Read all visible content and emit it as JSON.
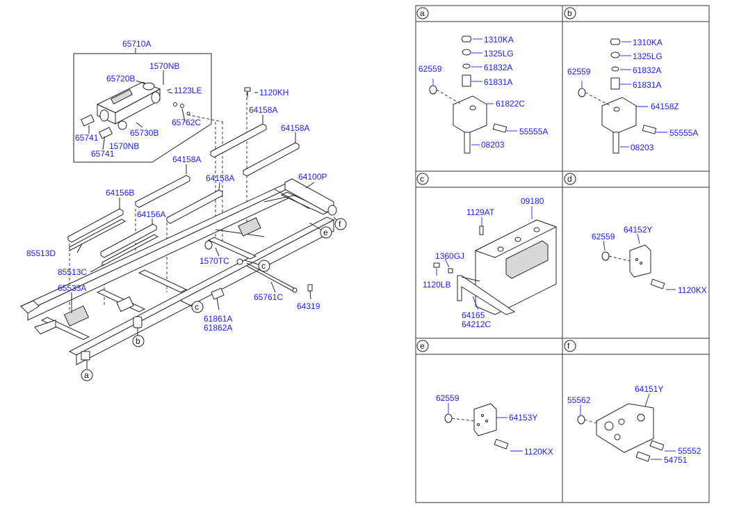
{
  "main_parts": {
    "p65710A": "65710A",
    "p65720B": "65720B",
    "p1570NB_a": "1570NB",
    "p1123LE": "1123LE",
    "p65762C": "65762C",
    "p65730B": "65730B",
    "p65741_a": "65741",
    "p1570NB_b": "1570NB",
    "p65741_b": "65741",
    "p1120KH": "1120KH",
    "p64158A_1": "64158A",
    "p64158A_2": "64158A",
    "p64158A_3": "64158A",
    "p64158A_4": "64158A",
    "p64100P": "64100P",
    "p64156B": "64156B",
    "p64156A": "64156A",
    "p85513D": "85513D",
    "p85513C": "85513C",
    "p1570TC": "1570TC",
    "p65533A": "65533A",
    "p65761C": "65761C",
    "p64319": "64319",
    "p61861A": "61861A",
    "p61862A": "61862A"
  },
  "callouts": {
    "a": "a",
    "b": "b",
    "c": "c",
    "c2": "c",
    "e": "e",
    "f": "f"
  },
  "panels": {
    "a": {
      "letter": "a",
      "parts": [
        "1310KA",
        "1325LG",
        "62559",
        "61832A",
        "61831A",
        "61822C",
        "55555A",
        "08203"
      ]
    },
    "b": {
      "letter": "b",
      "parts": [
        "1310KA",
        "1325LG",
        "62559",
        "61832A",
        "61831A",
        "64158Z",
        "55555A",
        "08203"
      ]
    },
    "c": {
      "letter": "c",
      "parts": [
        "1129AT",
        "09180",
        "1360GJ",
        "1120LB",
        "64165",
        "64212C"
      ]
    },
    "d": {
      "letter": "d",
      "parts": [
        "62559",
        "64152Y",
        "1120KX"
      ]
    },
    "e": {
      "letter": "e",
      "parts": [
        "62559",
        "64153Y",
        "1120KX"
      ]
    },
    "f": {
      "letter": "f",
      "parts": [
        "55562",
        "64151Y",
        "55552",
        "54751"
      ]
    }
  }
}
